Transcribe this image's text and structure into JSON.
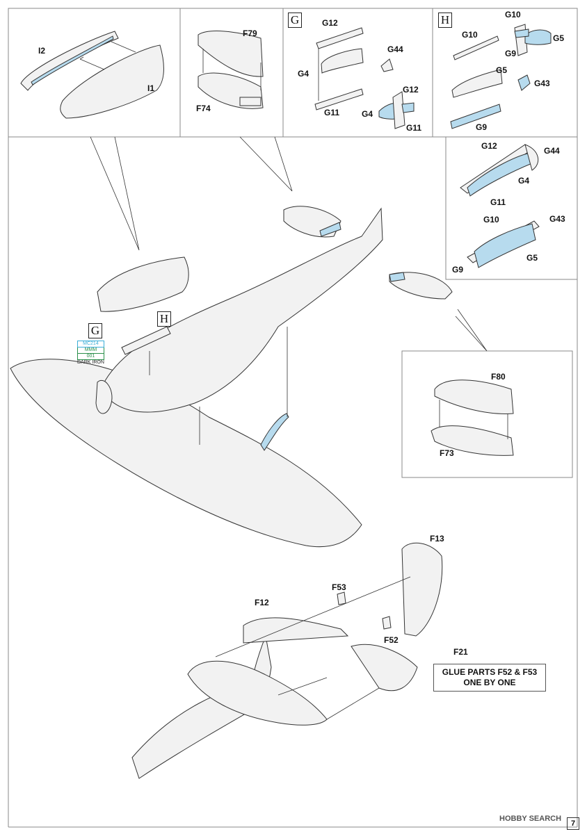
{
  "labels": {
    "i2": "I2",
    "i1": "I1",
    "f79": "F79",
    "f74": "F74",
    "boxG": "G",
    "g12a": "G12",
    "g44a": "G44",
    "g4a": "G4",
    "g11a": "G11",
    "g12b": "G12",
    "g4b": "G4",
    "g11b": "G11",
    "boxH": "H",
    "g10a": "G10",
    "g5a": "G5",
    "g9a": "G9",
    "g10b": "G10",
    "g5b": "G5",
    "g43a": "G43",
    "g9b": "G9",
    "g12c": "G12",
    "g44c": "G44",
    "g4c": "G4",
    "g11c": "G11",
    "g10c": "G10",
    "g43c": "G43",
    "g9c": "G9",
    "g5c": "G5",
    "boxG2": "G",
    "boxH2": "H",
    "f80": "F80",
    "f73": "F73",
    "f13": "F13",
    "f53": "F53",
    "f12": "F12",
    "f52": "F52",
    "f21": "F21"
  },
  "paint": {
    "line1": "MC214",
    "line2": "MMM",
    "line3": "001",
    "line4": "DARK IRON"
  },
  "glue_note": {
    "line1": "GLUE PARTS F52 & F53",
    "line2": "ONE BY ONE"
  },
  "watermark": "HOBBY SEARCH",
  "page_number": "7",
  "colors": {
    "highlight_blue": "#b7dbee",
    "paint_cyan": "#3aaed8",
    "paint_green": "#2a8f4a"
  }
}
